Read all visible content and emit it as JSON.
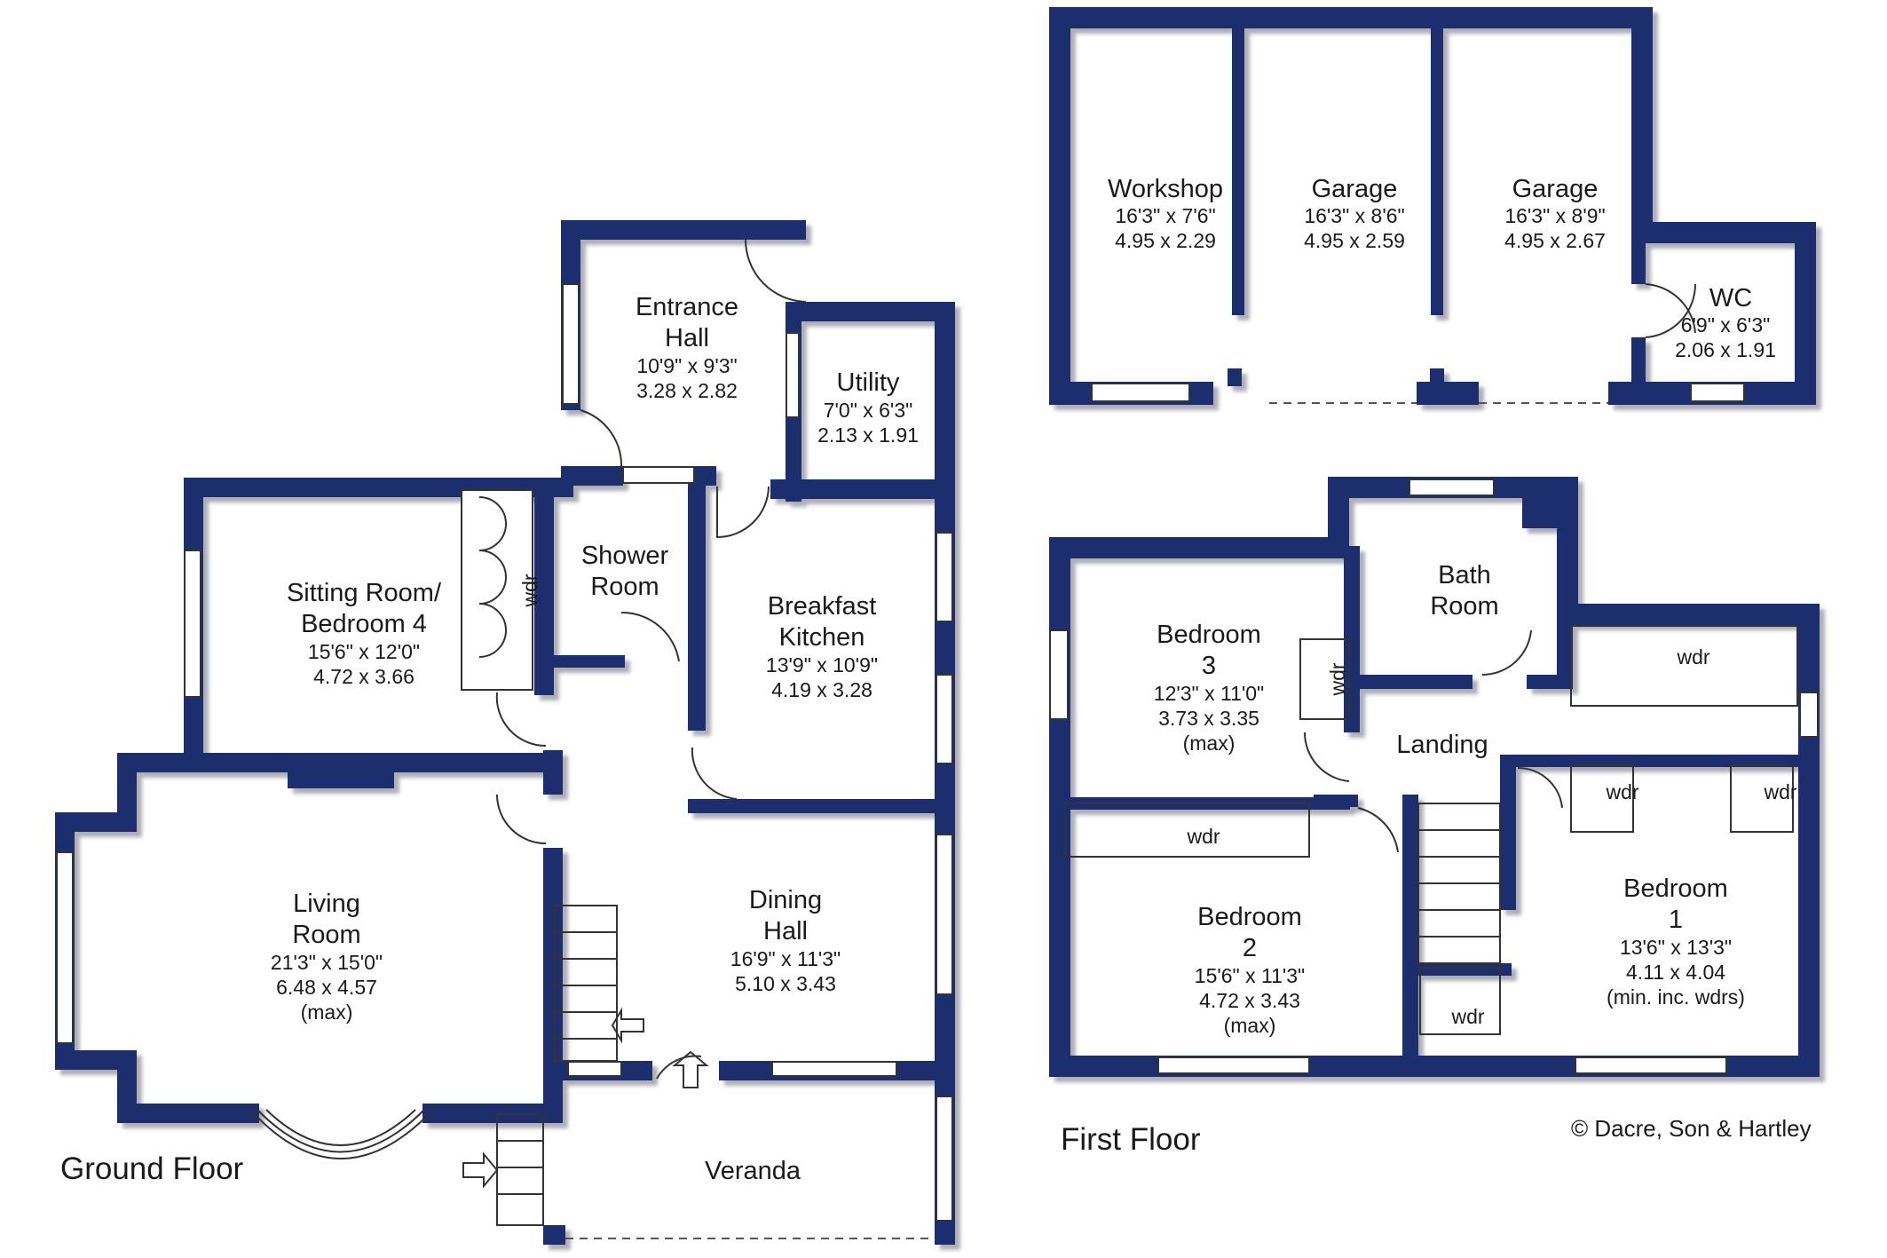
{
  "colors": {
    "wall": "#1f2d6d",
    "shadow": "#b9b9c4",
    "background": "#ffffff"
  },
  "floors": {
    "ground": {
      "label": "Ground Floor"
    },
    "first": {
      "label": "First Floor"
    }
  },
  "copyright": "© Dacre, Son & Hartley",
  "rooms": {
    "entrance_hall": {
      "name": [
        "Entrance",
        "Hall"
      ],
      "dims": [
        "10'9\"  x  9'3\"",
        "3.28  x  2.82"
      ]
    },
    "utility": {
      "name": [
        "Utility"
      ],
      "dims": [
        "7'0\"  x  6'3\"",
        "2.13  x  1.91"
      ]
    },
    "sitting_room": {
      "name": [
        "Sitting Room/",
        "Bedroom 4"
      ],
      "dims": [
        "15'6\"  x  12'0\"",
        "4.72  x  3.66"
      ]
    },
    "shower_room": {
      "name": [
        "Shower",
        "Room"
      ],
      "dims": []
    },
    "breakfast_kitchen": {
      "name": [
        "Breakfast",
        "Kitchen"
      ],
      "dims": [
        "13'9\"  x  10'9\"",
        "4.19  x  3.28"
      ]
    },
    "living_room": {
      "name": [
        "Living",
        "Room"
      ],
      "dims": [
        "21'3\"  x  15'0\"",
        "6.48  x  4.57",
        "(max)"
      ]
    },
    "dining_hall": {
      "name": [
        "Dining",
        "Hall"
      ],
      "dims": [
        "16'9\"  x  11'3\"",
        "5.10  x  3.43"
      ]
    },
    "veranda": {
      "name": [
        "Veranda"
      ],
      "dims": []
    },
    "workshop": {
      "name": [
        "Workshop"
      ],
      "dims": [
        "16'3\"  x  7'6\"",
        "4.95  x  2.29"
      ]
    },
    "garage_1": {
      "name": [
        "Garage"
      ],
      "dims": [
        "16'3\"  x  8'6\"",
        "4.95  x  2.59"
      ]
    },
    "garage_2": {
      "name": [
        "Garage"
      ],
      "dims": [
        "16'3\"  x  8'9\"",
        "4.95  x  2.67"
      ]
    },
    "wc": {
      "name": [
        "WC"
      ],
      "dims": [
        "6'9\"  x  6'3\"",
        "2.06  x  1.91"
      ]
    },
    "bath_room": {
      "name": [
        "Bath",
        "Room"
      ],
      "dims": []
    },
    "bedroom_3": {
      "name": [
        "Bedroom",
        "3"
      ],
      "dims": [
        "12'3\"  x  11'0\"",
        "3.73  x  3.35",
        "(max)"
      ]
    },
    "landing": {
      "name": [
        "Landing"
      ],
      "dims": []
    },
    "bedroom_2": {
      "name": [
        "Bedroom",
        "2"
      ],
      "dims": [
        "15'6\"  x  11'3\"",
        "4.72  x  3.43",
        "(max)"
      ]
    },
    "bedroom_1": {
      "name": [
        "Bedroom",
        "1"
      ],
      "dims": [
        "13'6\"  x  13'3\"",
        "4.11  x  4.04",
        "(min. inc. wdrs)"
      ]
    }
  },
  "wardrobe_label": "wdr"
}
